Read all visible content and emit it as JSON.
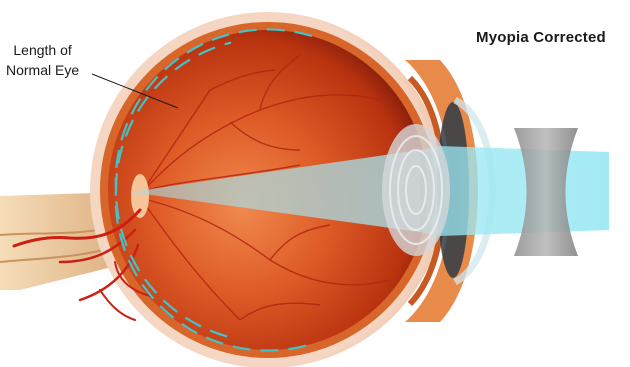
{
  "title": "Myopia Corrected",
  "callout": {
    "line1": "Length of",
    "line2": "Normal Eye"
  },
  "colors": {
    "sclera": "#f1cdb6",
    "choroid_rim": "#d8652a",
    "retina_inner": "#c43a14",
    "retina_edge": "#7e1a0b",
    "light_beam": "#8fe4f0",
    "dashed_outline": "#44c2c8",
    "lens": "#d4d7da",
    "corrective_lens": "#9c9c9c",
    "blood_vessel": "#cc1f12",
    "optic_nerve": "#e6c397"
  },
  "icons": [
    "eyeball-cross-section",
    "concave-lens",
    "optic-nerve"
  ]
}
